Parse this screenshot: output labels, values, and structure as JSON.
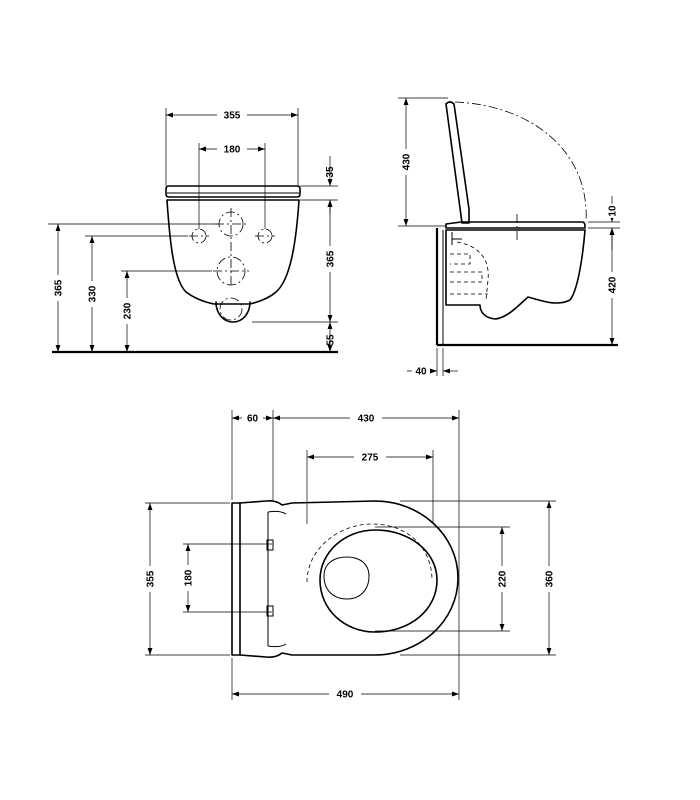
{
  "front_view": {
    "dims": {
      "pan_width": "355",
      "bolt_spacing": "180",
      "seat_thickness": "35",
      "pan_height": "365",
      "bottom_offset": "55",
      "rim_height": "365",
      "bolt_height": "330",
      "outlet_height": "230"
    }
  },
  "side_view": {
    "dims": {
      "lid_height": "430",
      "seat_gap": "10",
      "rim_height": "420",
      "wall_gap": "40"
    }
  },
  "top_view": {
    "dims": {
      "rear_offset": "60",
      "seat_length": "430",
      "opening_length": "275",
      "overall_width": "355",
      "bolt_spacing": "180",
      "opening_width": "220",
      "seat_width": "360",
      "overall_length": "490"
    }
  }
}
